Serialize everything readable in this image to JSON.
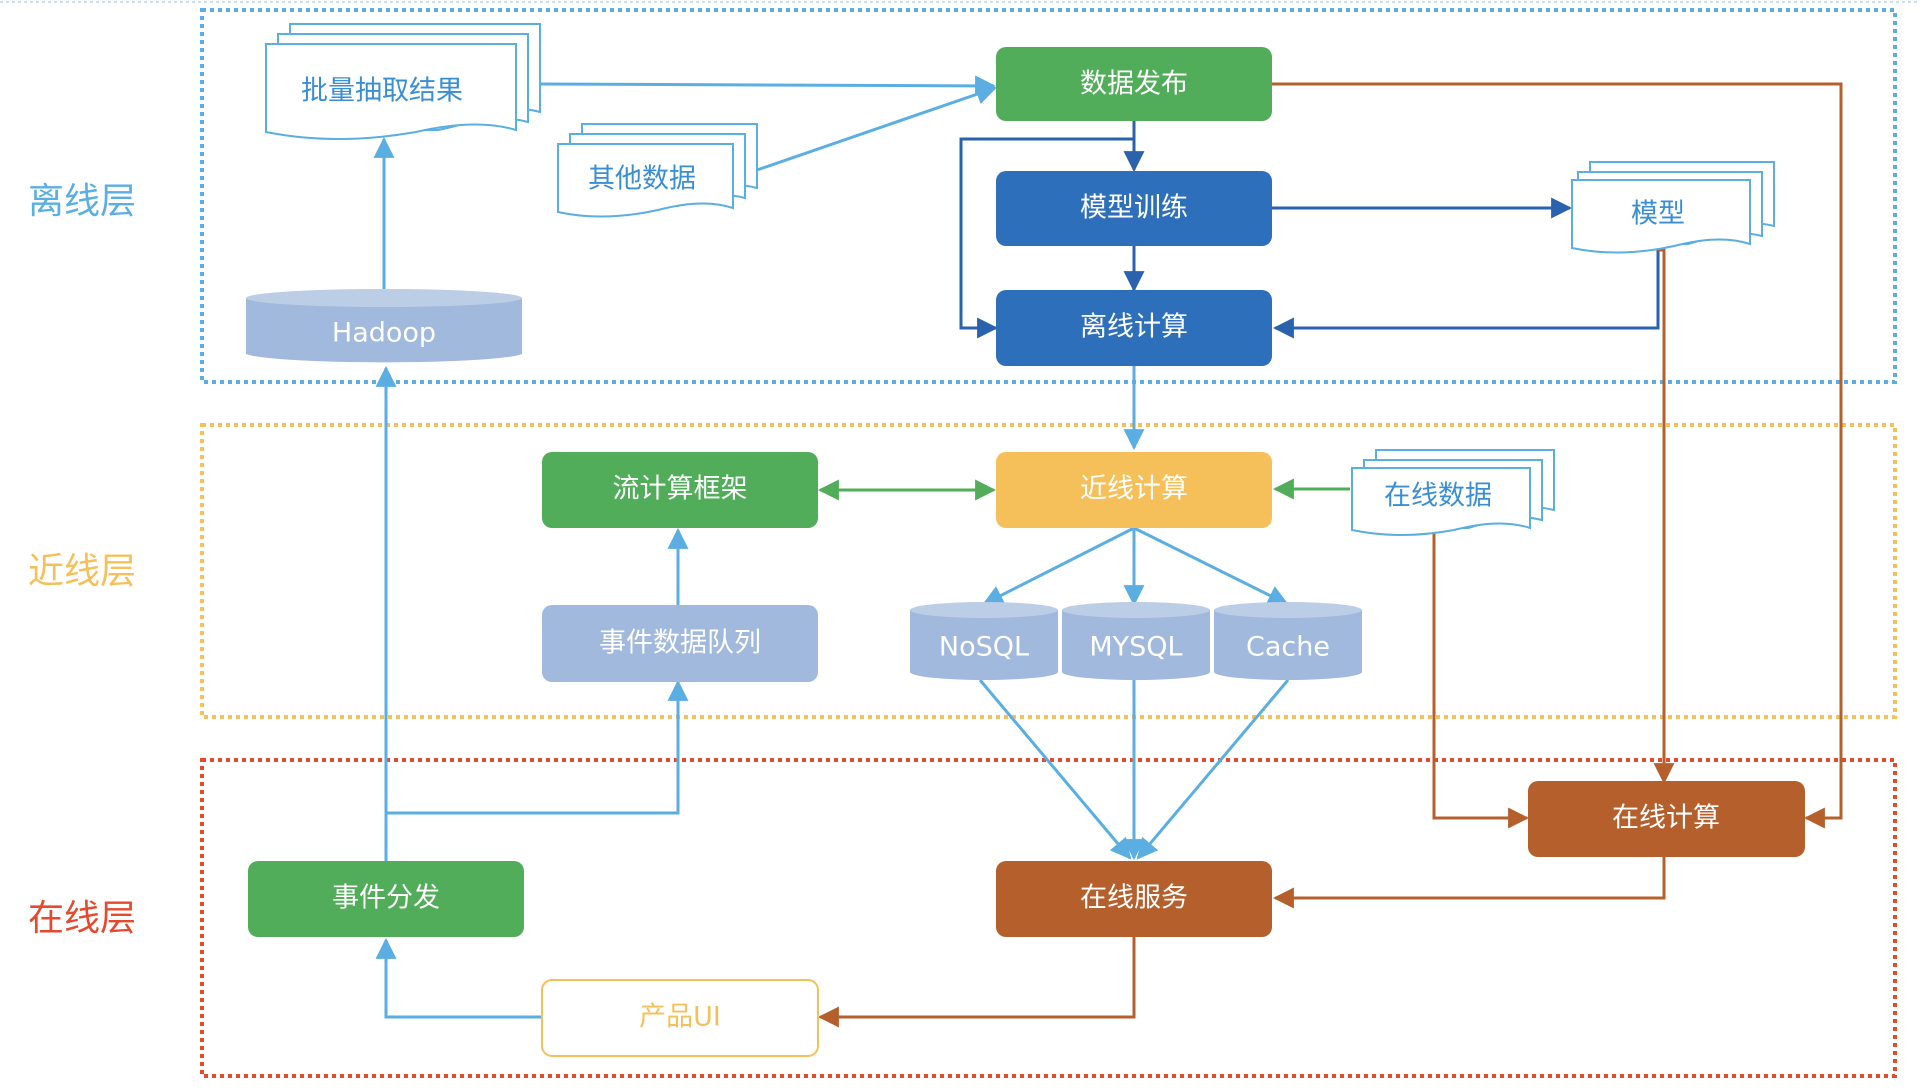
{
  "colors": {
    "offline": "#5aaee2",
    "nearline": "#f5c05a",
    "online": "#e64a2e",
    "green": "#52ad5a",
    "blue_dark": "#2d6fba",
    "yellow": "#f5c05a",
    "lightblue": "#a1b9dd",
    "brown": "#b5602c",
    "line_blue": "#5aaee2",
    "line_green": "#52ad5a",
    "line_dark": "#2a62ae",
    "line_brown": "#b5602c",
    "doc_stroke": "#5aaee2",
    "doc_text": "#3a8fd4",
    "db_fill": "#a1b9dd"
  },
  "layers": {
    "offline": "离线层",
    "nearline": "近线层",
    "online": "在线层"
  },
  "nodes": {
    "batch_result": "批量抽取结果",
    "other_data": "其他数据",
    "data_publish": "数据发布",
    "model_training": "模型训练",
    "model": "模型",
    "offline_compute": "离线计算",
    "hadoop": "Hadoop",
    "stream_framework": "流计算框架",
    "nearline_compute": "近线计算",
    "online_data": "在线数据",
    "event_queue": "事件数据队列",
    "nosql": "NoSQL",
    "mysql": "MYSQL",
    "cache": "Cache",
    "online_compute": "在线计算",
    "event_dispatch": "事件分发",
    "online_service": "在线服务",
    "product_ui": "产品UI"
  }
}
